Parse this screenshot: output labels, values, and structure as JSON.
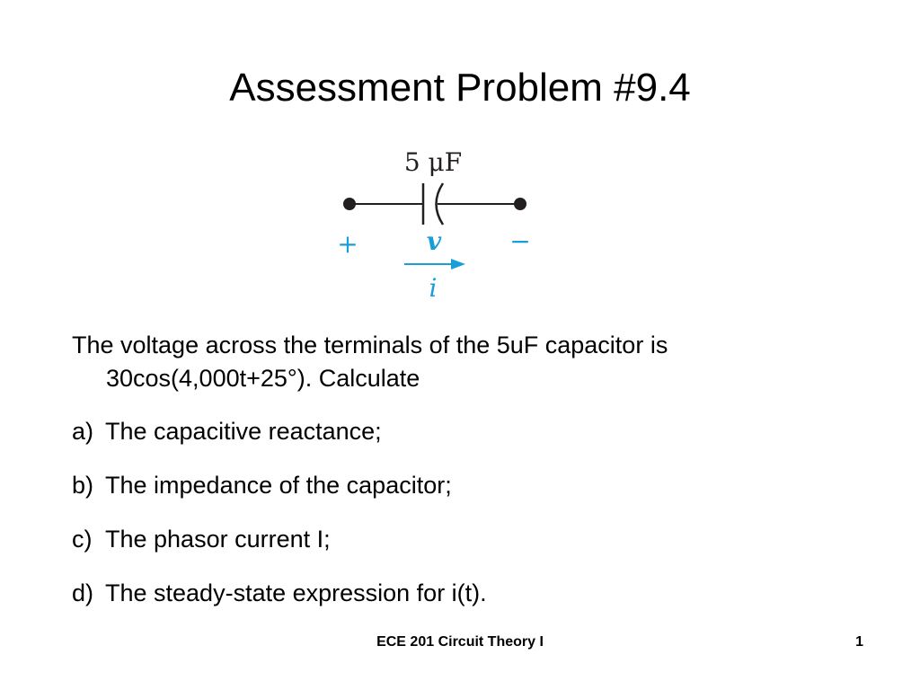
{
  "slide": {
    "title": "Assessment Problem #9.4"
  },
  "diagram": {
    "capacitor_label": "5 μF",
    "plus_sign": "+",
    "voltage_symbol": "v",
    "minus_sign": "−",
    "current_symbol": "i",
    "accent_color": "#1a9ed9"
  },
  "problem": {
    "intro": "The voltage across the terminals of the 5uF capacitor is 30cos(4,000t+25°).  Calculate",
    "items": [
      {
        "letter": "a)",
        "text": "The capacitive reactance;"
      },
      {
        "letter": "b)",
        "text": "The impedance of the capacitor;"
      },
      {
        "letter": "c)",
        "text": "The phasor current I;"
      },
      {
        "letter": "d)",
        "text": "The steady-state expression for i(t)."
      }
    ]
  },
  "footer": {
    "course": "ECE 201 Circuit Theory I",
    "page_number": "1"
  }
}
